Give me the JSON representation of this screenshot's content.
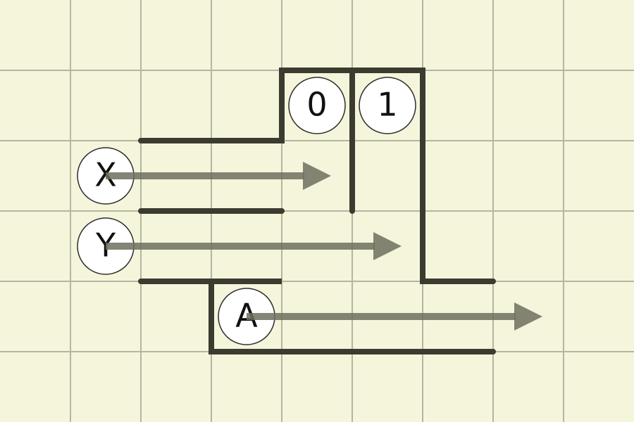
{
  "colors": {
    "background": "#f5f5dc",
    "grid": "#b5b5a0",
    "wall": "#3b3b2f",
    "arrow": "#6f6f5f",
    "node_fill": "#ffffff",
    "node_text": "#111111"
  },
  "nodes": {
    "digit_0": "0",
    "digit_1": "1",
    "input_x": "X",
    "input_y": "Y",
    "output_a": "A"
  }
}
